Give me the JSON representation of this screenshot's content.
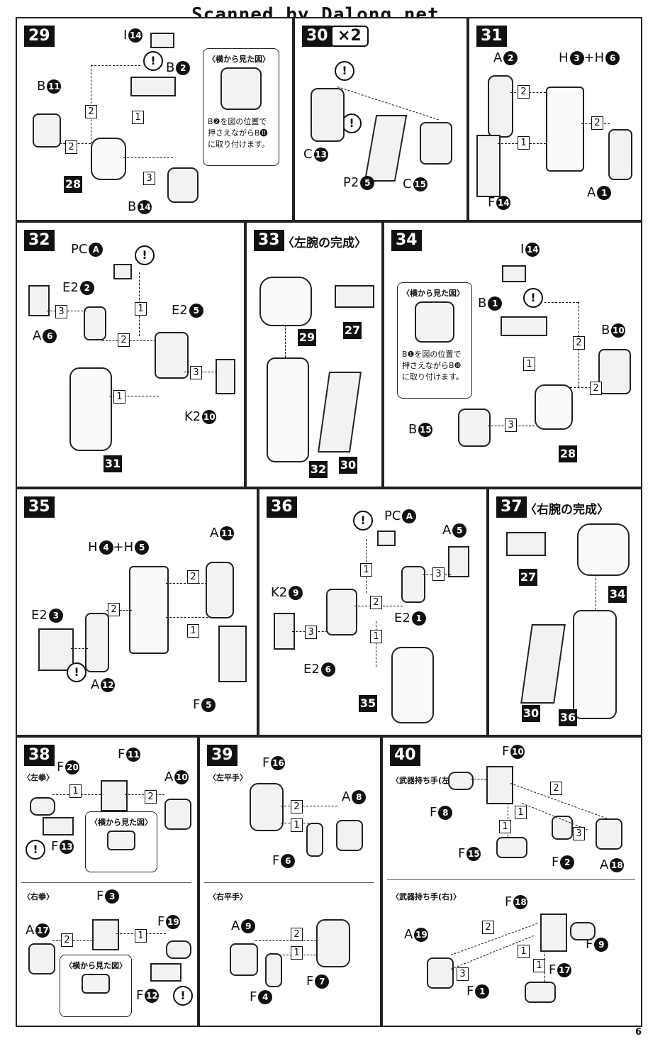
{
  "watermark": "Scanned by Dalong.net",
  "page_number": "6",
  "panels": {
    "p29": {
      "step": "29",
      "labels": [
        "I",
        "B",
        "B",
        "B"
      ],
      "nums": [
        "14",
        "2",
        "11",
        "14"
      ],
      "ref": "28",
      "note_title": "〈横から見た図〉",
      "note_text": "B❷を図の位置で押さえながらB⓫に取り付けます。",
      "seq": [
        "1",
        "2",
        "2",
        "3"
      ]
    },
    "p30": {
      "step": "30",
      "mult": "×2",
      "labels": [
        "C",
        "P2",
        "C"
      ],
      "nums": [
        "13",
        "5",
        "15"
      ]
    },
    "p31": {
      "step": "31",
      "labels": [
        "A",
        "H",
        "+H",
        "A",
        "F"
      ],
      "nums": [
        "2",
        "3",
        "6",
        "1",
        "14"
      ],
      "seq": [
        "2",
        "2",
        "1"
      ]
    },
    "p32": {
      "step": "32",
      "labels": [
        "PC",
        "E2",
        "E2",
        "A",
        "K2"
      ],
      "nums": [
        "A",
        "2",
        "5",
        "6",
        "10"
      ],
      "ref": "31",
      "seq": [
        "3",
        "1",
        "2",
        "3",
        "1"
      ]
    },
    "p33": {
      "step": "33",
      "title": "〈左腕の完成〉",
      "refs": [
        "29",
        "27",
        "32",
        "30"
      ]
    },
    "p34": {
      "step": "34",
      "labels": [
        "I",
        "B",
        "B",
        "B"
      ],
      "nums": [
        "14",
        "1",
        "10",
        "15"
      ],
      "ref": "28",
      "note_title": "〈横から見た図〉",
      "note_text": "B❶を図の位置で押さえながらB❿に取り付けます。",
      "seq": [
        "2",
        "1",
        "2",
        "3"
      ]
    },
    "p35": {
      "step": "35",
      "labels": [
        "H",
        "+H",
        "A",
        "E2",
        "A",
        "F"
      ],
      "nums": [
        "4",
        "5",
        "11",
        "3",
        "12",
        "5"
      ],
      "seq": [
        "2",
        "2",
        "1"
      ]
    },
    "p36": {
      "step": "36",
      "labels": [
        "PC",
        "A",
        "K2",
        "E2",
        "E2"
      ],
      "nums": [
        "A",
        "5",
        "9",
        "1",
        "6"
      ],
      "ref": "35",
      "seq": [
        "1",
        "3",
        "2",
        "3",
        "1"
      ]
    },
    "p37": {
      "step": "37",
      "title": "〈右腕の完成〉",
      "refs": [
        "27",
        "34",
        "30",
        "36"
      ]
    },
    "p38": {
      "step": "38",
      "sub_top": "〈左拳〉",
      "sub_bottom": "〈右拳〉",
      "note_title": "〈横から見た図〉",
      "labels": [
        "F",
        "F",
        "A",
        "F",
        "F",
        "A",
        "F",
        "F"
      ],
      "nums": [
        "20",
        "11",
        "10",
        "13",
        "3",
        "17",
        "19",
        "12"
      ],
      "seq": [
        "1",
        "2",
        "2",
        "1"
      ]
    },
    "p39": {
      "step": "39",
      "sub_top": "〈左平手〉",
      "sub_bottom": "〈右平手〉",
      "labels": [
        "F",
        "A",
        "F",
        "A",
        "F",
        "F"
      ],
      "nums": [
        "16",
        "8",
        "6",
        "9",
        "4",
        "7"
      ],
      "seq": [
        "2",
        "1",
        "2",
        "1"
      ]
    },
    "p40": {
      "step": "40",
      "sub_top": "〈武器持ち手(左)〉",
      "sub_bottom": "〈武器持ち手(右)〉",
      "labels": [
        "F",
        "F",
        "F",
        "F",
        "A",
        "F",
        "A",
        "F",
        "F",
        "F"
      ],
      "nums": [
        "10",
        "8",
        "15",
        "2",
        "18",
        "18",
        "19",
        "9",
        "1",
        "17"
      ],
      "seq": [
        "2",
        "1",
        "1",
        "3",
        "2",
        "1",
        "1",
        "3"
      ]
    }
  }
}
